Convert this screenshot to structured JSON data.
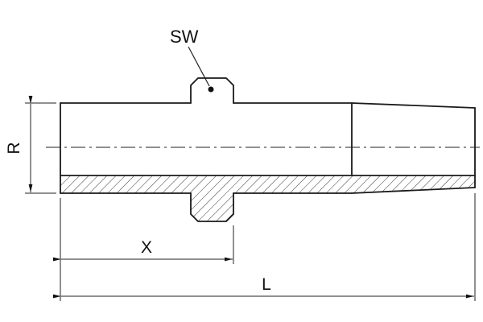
{
  "drawing": {
    "labels": {
      "wrench_size": "SW",
      "diameter": "R",
      "length_x": "X",
      "length_total": "L"
    },
    "colors": {
      "line": "#1a1a1a",
      "thin_line": "#222222",
      "background": "#ffffff"
    }
  }
}
